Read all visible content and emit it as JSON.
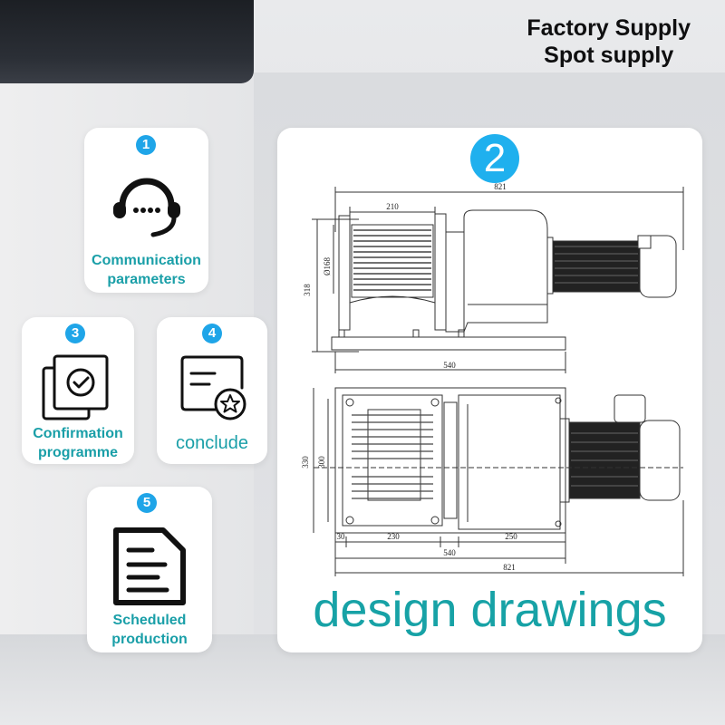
{
  "header": {
    "line1": "Factory Supply",
    "line2": "Spot supply"
  },
  "steps": [
    {
      "number": "1",
      "label_line1": "Communication",
      "label_line2": "parameters",
      "icon": "headset-icon"
    },
    {
      "number": "3",
      "label_line1": "Confirmation",
      "label_line2": "programme",
      "icon": "document-check-icon"
    },
    {
      "number": "4",
      "label": "conclude",
      "icon": "document-star-icon"
    },
    {
      "number": "5",
      "label_line1": "Scheduled",
      "label_line2": "production",
      "icon": "file-lines-icon"
    }
  ],
  "design": {
    "number": "2",
    "title": "design drawings",
    "dimensions": {
      "top_overall": "821",
      "drum_width": "210",
      "drum_diameter": "Ø168",
      "side_height": "318",
      "side_base": "540",
      "plan_height_outer": "330",
      "plan_height_inner": "300",
      "seg_30": "30",
      "seg_230": "230",
      "seg_250": "250",
      "plan_base": "540",
      "plan_overall": "821"
    }
  },
  "colors": {
    "accent_teal": "#17a2a6",
    "step_blue": "#1fa5e8"
  }
}
